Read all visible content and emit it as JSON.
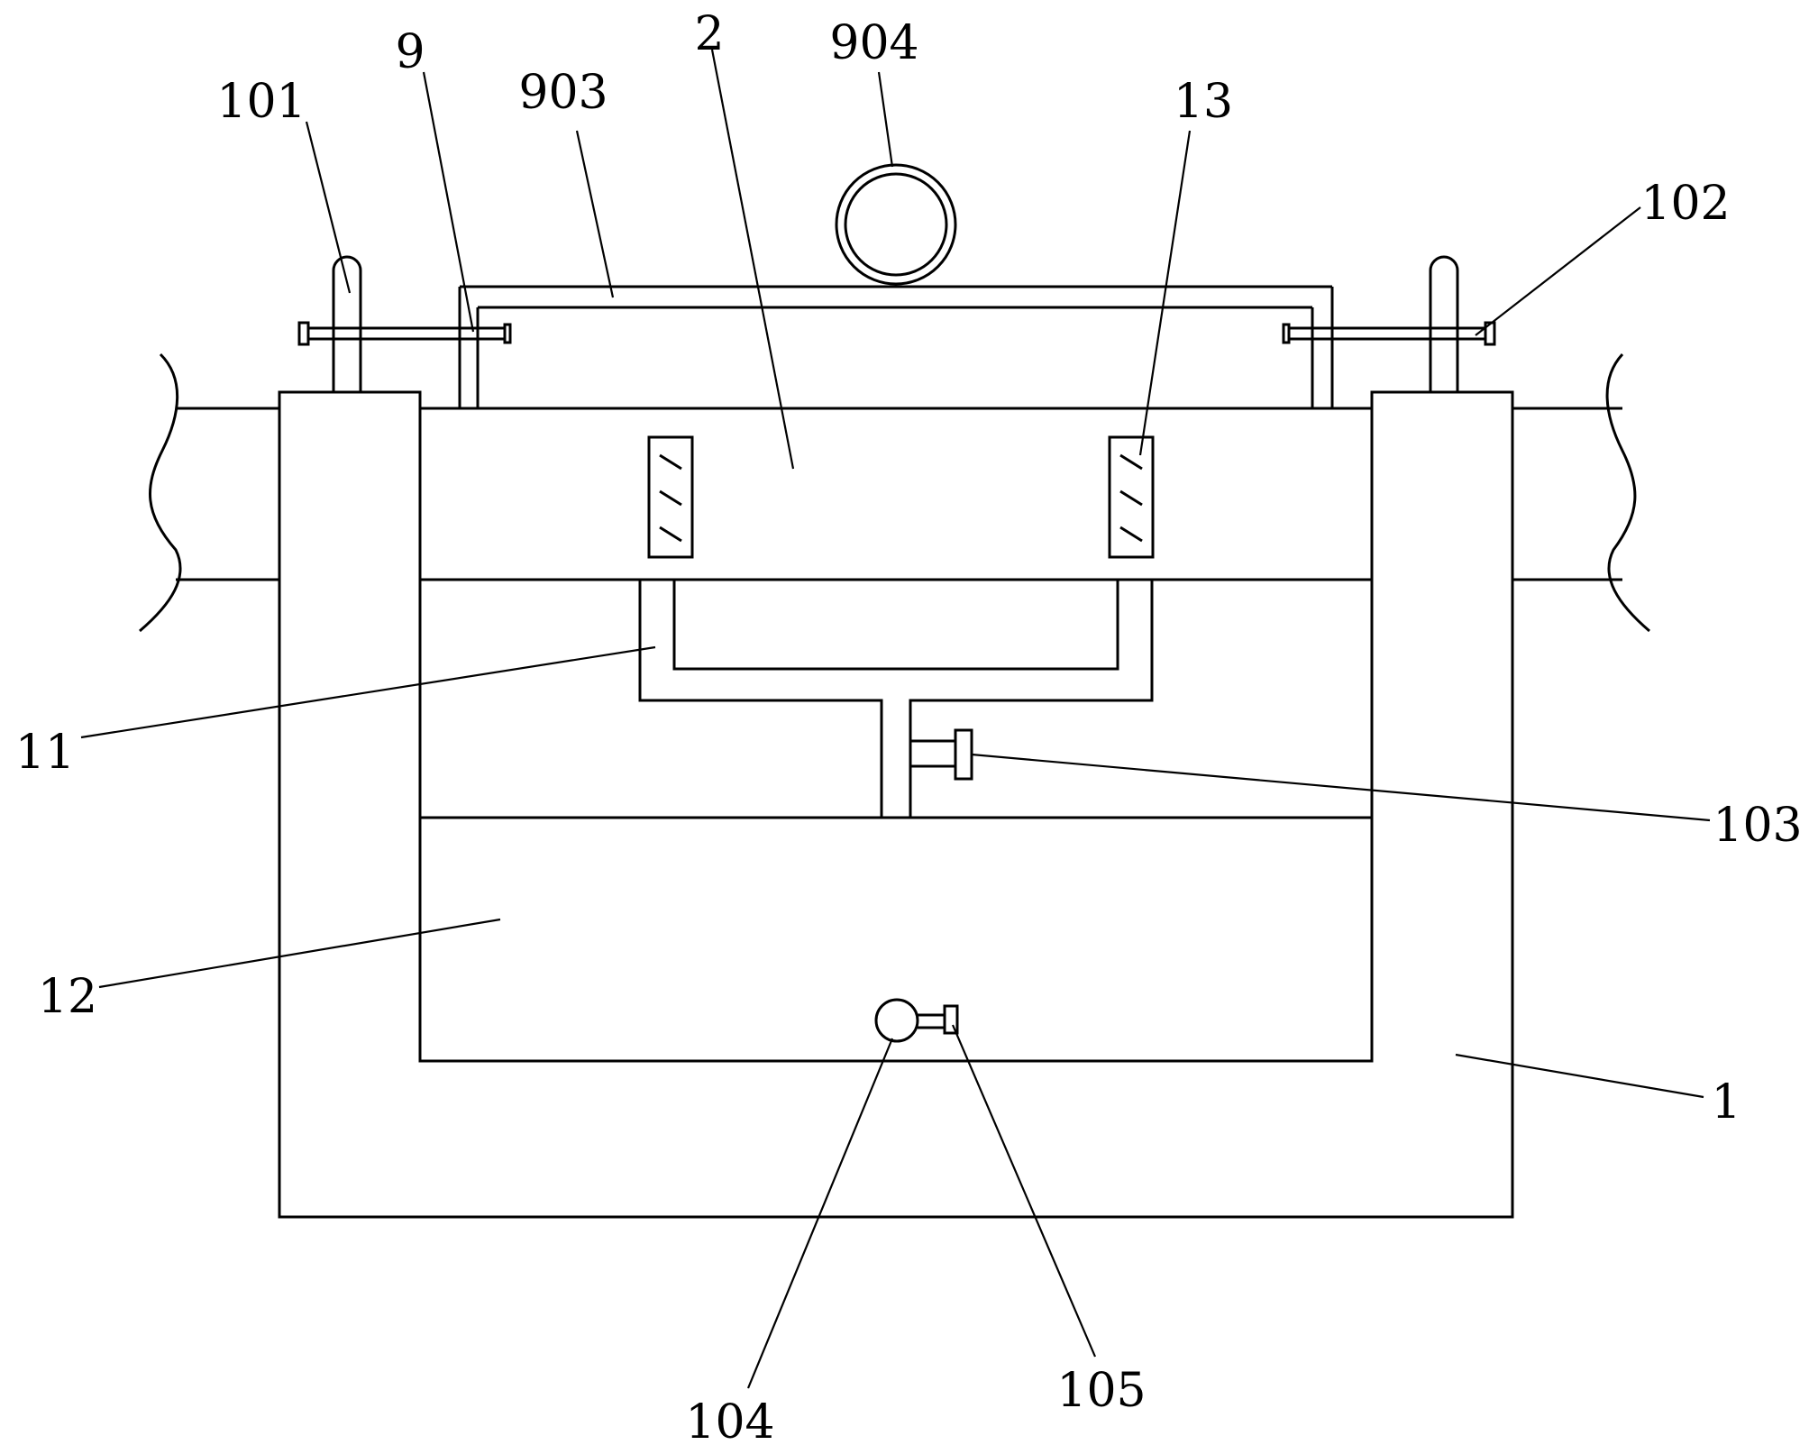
{
  "diagram": {
    "type": "patent-mechanical-drawing",
    "line_color": "#000000",
    "background": "#ffffff",
    "labels": {
      "l1": "1",
      "l2": "2",
      "l9": "9",
      "l11": "11",
      "l12": "12",
      "l13": "13",
      "l101": "101",
      "l102": "102",
      "l103": "103",
      "l104": "104",
      "l105": "105",
      "l903": "903",
      "l904": "904"
    }
  }
}
